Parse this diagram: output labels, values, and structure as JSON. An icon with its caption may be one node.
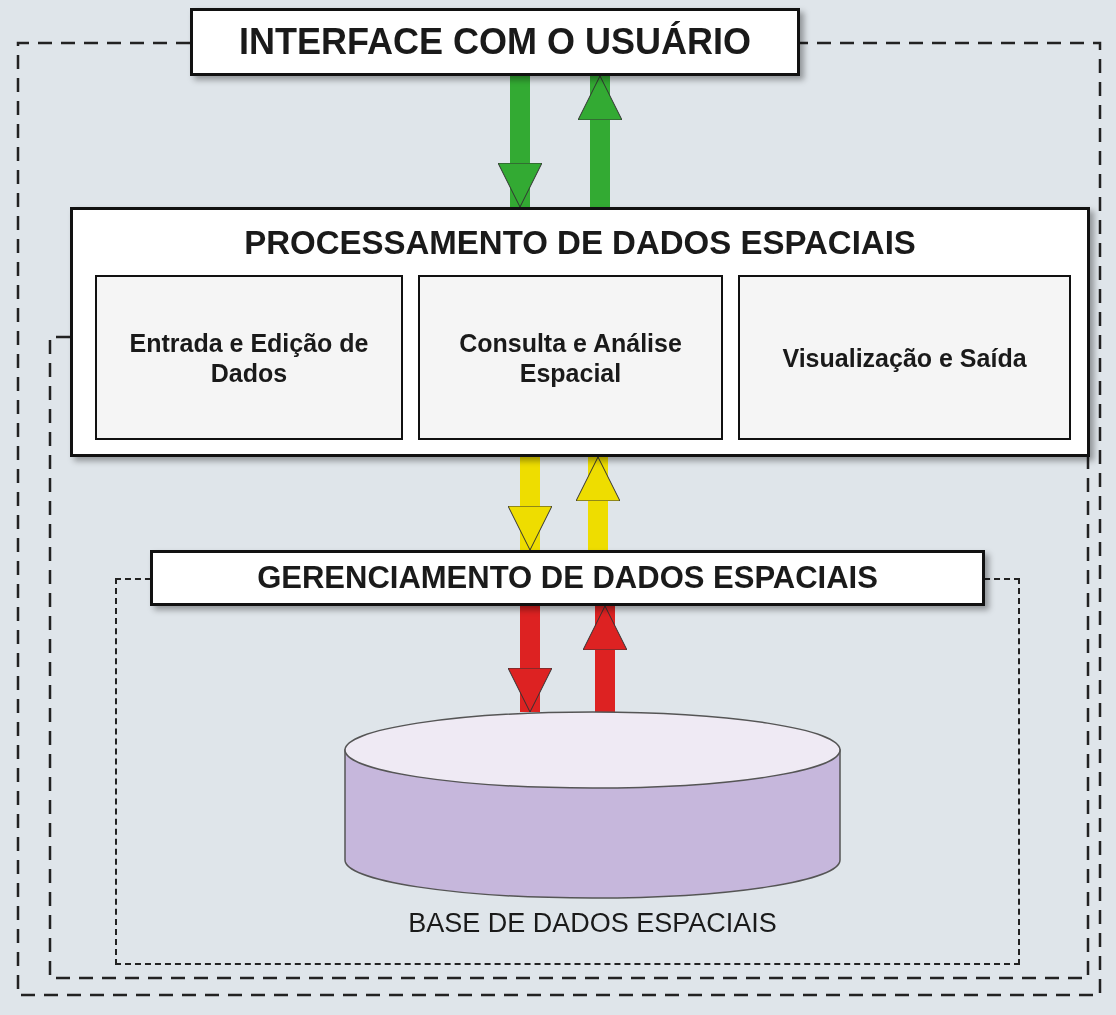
{
  "diagram": {
    "nodes": [
      {
        "text": [
          "INTERFACE COM O USUÁRIO"
        ]
      },
      {
        "text": [
          "PROCESSAMENTO DE DADOS ESPACIAIS"
        ]
      },
      {
        "text": [
          "Entrada e Edição de Dados"
        ],
        "in": 1
      },
      {
        "text": [
          "Consulta e Análise Espacial"
        ],
        "in": 1
      },
      {
        "text": [
          "Visualização e Saída"
        ],
        "in": 1
      },
      {
        "text": [
          "GERENCIAMENTO DE DADOS ESPACIAIS"
        ]
      },
      {
        "text": [
          "BASE DE DADOS ESPACIAIS"
        ],
        "in": 5
      }
    ],
    "edges": [
      {
        "from": 0,
        "to": 1,
        "arrow": "to",
        "color": "#33aa33"
      },
      {
        "from": 1,
        "to": 0,
        "arrow": "to",
        "color": "#33aa33"
      },
      {
        "from": 1,
        "to": 5,
        "arrow": "to",
        "color": "#eedd00"
      },
      {
        "from": 5,
        "to": 1,
        "arrow": "to",
        "color": "#eedd00"
      },
      {
        "from": 5,
        "to": 6,
        "arrow": "to",
        "color": "#dd2222"
      },
      {
        "from": 6,
        "to": 5,
        "arrow": "to",
        "color": "#dd2222"
      }
    ]
  }
}
